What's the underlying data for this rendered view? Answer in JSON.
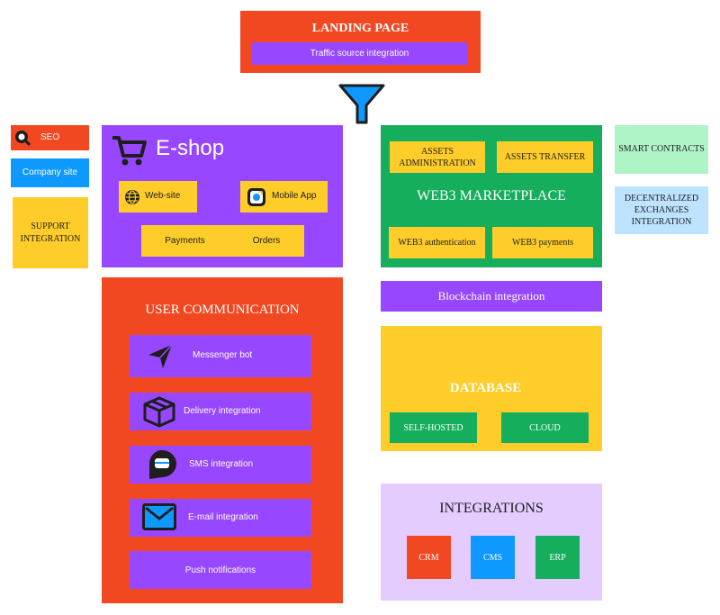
{
  "landing": {
    "title": "LANDING PAGE",
    "subtitle": "Traffic source integration"
  },
  "left_notes": {
    "seo": "SEO",
    "company_site": "Company site",
    "support": "SUPPORT\nINTEGRATION"
  },
  "eshop": {
    "title": "E-shop",
    "website": "Web-site",
    "mobile_app": "Mobile App",
    "payments": "Payments",
    "orders": "Orders"
  },
  "web3": {
    "title": "WEB3 MARKETPLACE",
    "assets_admin": "ASSETS\nADMINISTRATION",
    "assets_transfer": "ASSETS TRANSFER",
    "auth": "WEB3 authentication",
    "payments": "WEB3 payments"
  },
  "right_notes": {
    "smart_contracts": "SMART CONTRACTS",
    "dex": "DECENTRALIZED\nEXCHANGES\nINTEGRATION"
  },
  "blockchain": {
    "label": "Blockchain integration"
  },
  "user_comm": {
    "title": "USER COMMUNICATION",
    "messenger": "Messenger bot",
    "delivery": "Delivery integration",
    "sms": "SMS integration",
    "email": "E-mail integration",
    "push": "Push notifications"
  },
  "database": {
    "title": "DATABASE",
    "self_hosted": "SELF-HOSTED",
    "cloud": "CLOUD"
  },
  "integrations": {
    "title": "INTEGRATIONS",
    "crm": "CRM",
    "cms": "CMS",
    "erp": "ERP"
  },
  "colors": {
    "red": "#f24822",
    "purple": "#9747ff",
    "green": "#14ae5c",
    "yellow": "#ffcd29",
    "lilac": "#e4ccff",
    "mint": "#aff4c6",
    "light_blue": "#bde3ff",
    "blue": "#0d99ff"
  },
  "icons": [
    "funnel-icon",
    "seo-magnifier-icon",
    "cart-icon",
    "globe-icon",
    "app-icon",
    "send-icon",
    "box-icon",
    "sms-bubble-icon",
    "mail-icon"
  ]
}
